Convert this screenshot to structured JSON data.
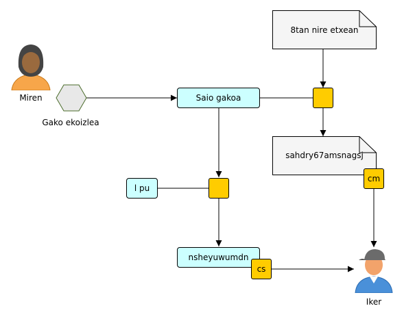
{
  "actors": {
    "miren": {
      "label": "Miren"
    },
    "iker": {
      "label": "Iker"
    }
  },
  "generator": {
    "label": "Gako ekoizlea"
  },
  "nodes": {
    "session_key": "Saio gakoa",
    "lpu": "l pu",
    "output": "nsheyuwumdn"
  },
  "documents": {
    "doc1": "8tan nire etxean",
    "doc2": "sahdry67amsnagsj"
  },
  "tags": {
    "cm": "cm",
    "cs": "cs"
  },
  "colors": {
    "process_fill": "#ccffff",
    "operation_fill": "#ffcc00",
    "document_fill": "#f5f5f5",
    "hexagon_fill": "#e8e8e8"
  }
}
